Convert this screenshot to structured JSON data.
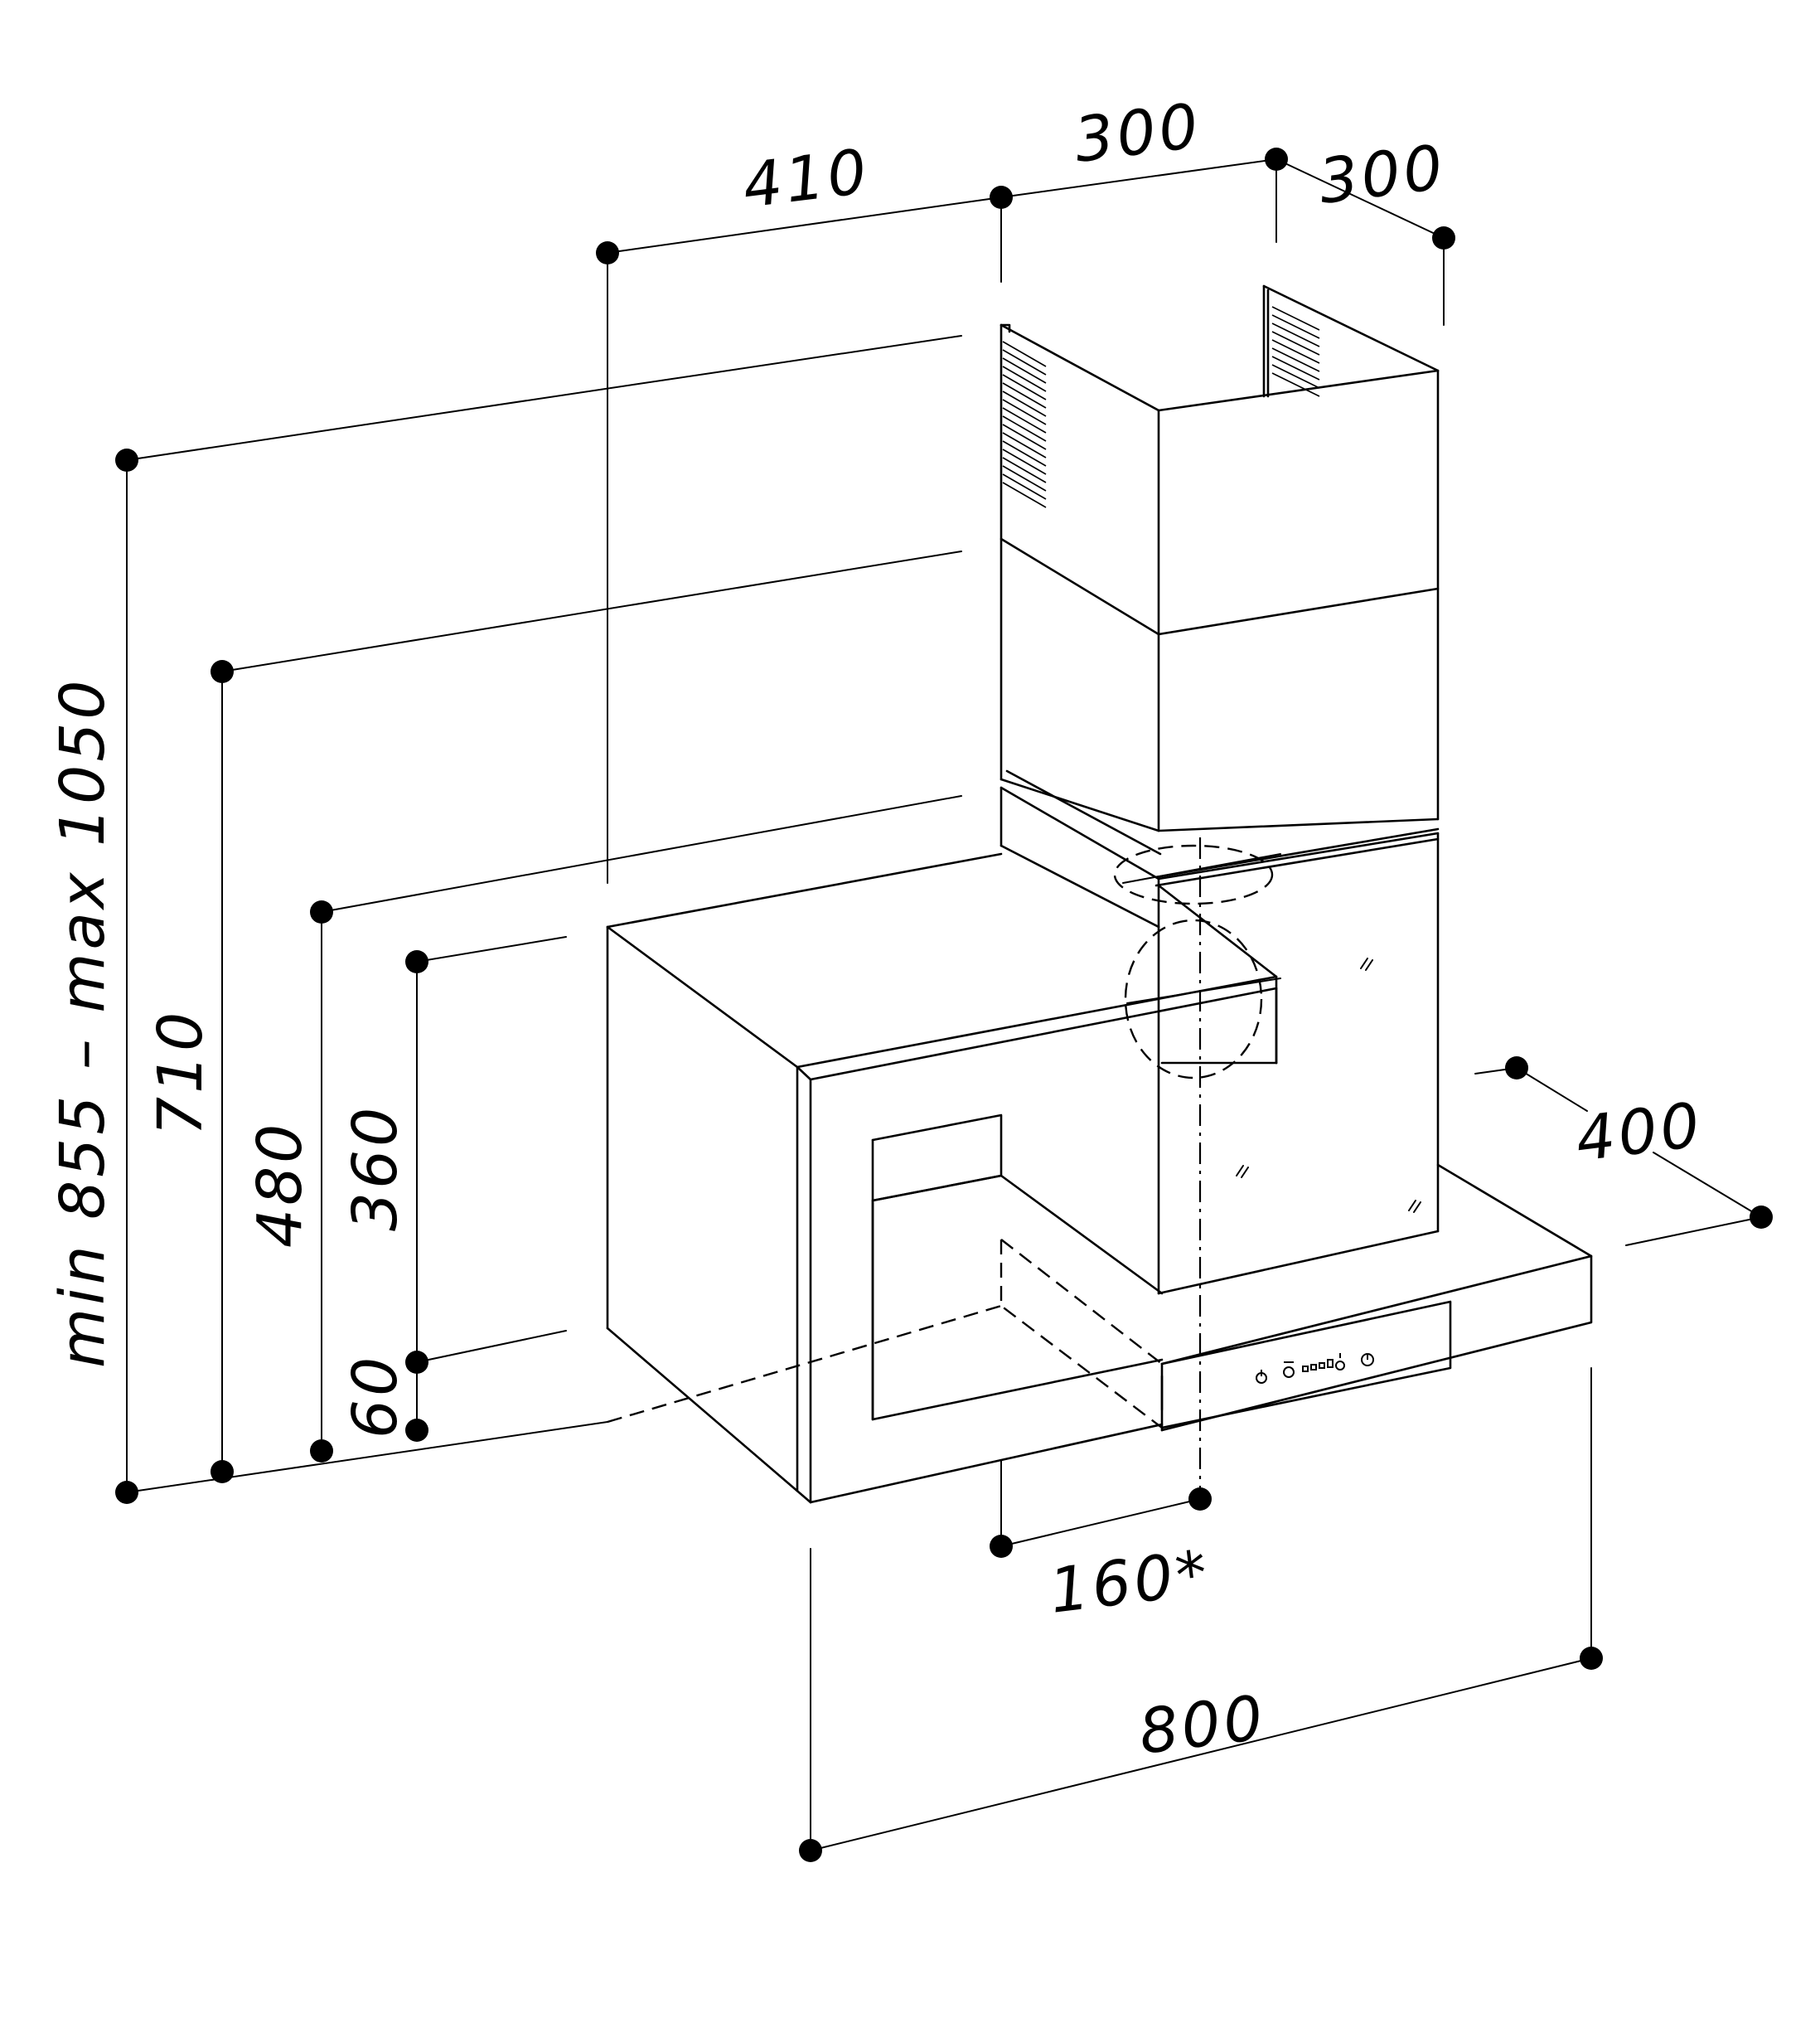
{
  "drawing": {
    "dimensions": {
      "width_400": "400",
      "width_410": "410",
      "chimney_width": "300",
      "chimney_depth": "300",
      "height_range": "min 855 – max 1050",
      "height_710": "710",
      "height_480": "480",
      "height_360": "360",
      "offset_60": "60",
      "outlet_offset": "160*",
      "hood_width": "800"
    },
    "icons": [
      "power-icon",
      "light-icon",
      "speed-icon",
      "boost-icon",
      "timer-icon"
    ]
  }
}
